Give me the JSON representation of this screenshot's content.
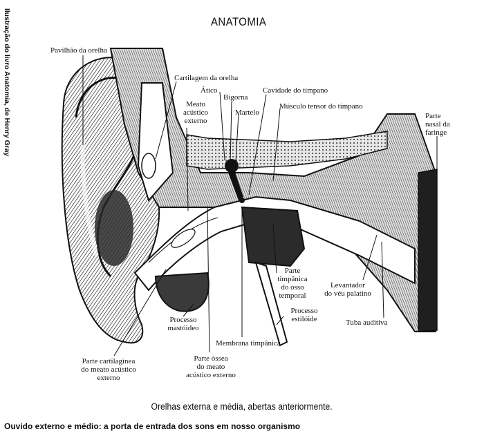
{
  "credit": "Ilustração do livro Anatomia, de Henry Gray",
  "title": "ANATOMIA",
  "labels": {
    "pavilhao": "Pavilhão da orelha",
    "cartilagem": "Cartilagem da orelha",
    "atico": "Ático",
    "bigorna": "Bigorna",
    "cavidade": "Cavidade do tímpano",
    "meato_1": "Meato",
    "meato_2": "acústico",
    "meato_3": "externo",
    "martelo": "Martelo",
    "musculo": "Músculo tensor do tímpano",
    "nasal_1": "Parte",
    "nasal_2": "nasal da",
    "nasal_3": "faringe",
    "timpanica_1": "Parte",
    "timpanica_2": "timpânica",
    "timpanica_3": "do osso",
    "timpanica_4": "temporal",
    "levantador_1": "Levantador",
    "levantador_2": "do véu palatino",
    "mastoideo_1": "Processo",
    "mastoideo_2": "mastóideo",
    "estiloide_1": "Processo",
    "estiloide_2": "estilóide",
    "tuba": "Tuba auditiva",
    "membrana": "Membrana timpânica",
    "cartilaginea_1": "Parte cartilagínea",
    "cartilaginea_2": "do meato acústico",
    "cartilaginea_3": "externo",
    "ossea_1": "Parte óssea",
    "ossea_2": "do meato",
    "ossea_3": "acústico externo"
  },
  "caption": "Orelhas externa e média, abertas anteriormente.",
  "footnote": "Ouvido externo e médio: a porta de entrada dos sons em nosso organismo"
}
